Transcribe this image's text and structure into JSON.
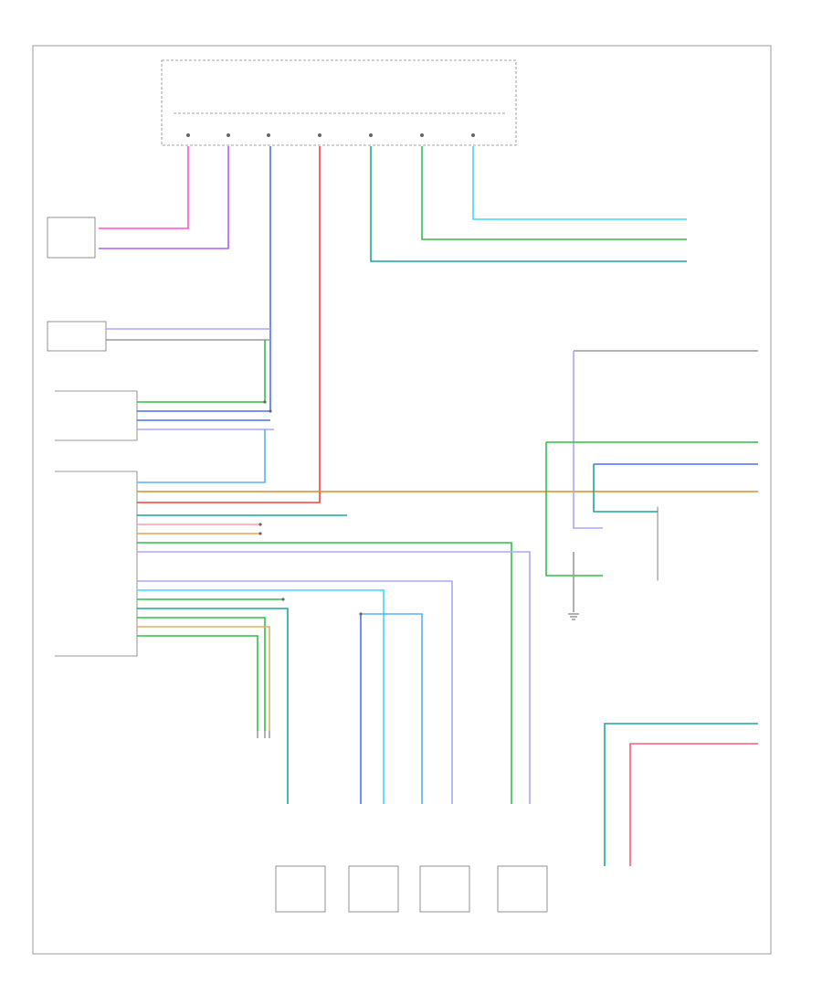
{
  "diagram": {
    "frame_label": "",
    "hvac_module": {
      "label": "",
      "pins": [
        "",
        "",
        "",
        "",
        "",
        "",
        ""
      ]
    },
    "connectors": [
      {
        "id": "left-upper-connector",
        "labels": [
          "",
          ""
        ]
      },
      {
        "id": "left-mid-connector",
        "labels": [
          "",
          ""
        ]
      },
      {
        "id": "left-switch-connector",
        "labels": [
          "",
          "",
          "",
          ""
        ]
      },
      {
        "id": "left-main-connector",
        "labels": [
          "",
          "",
          "",
          "",
          "",
          "",
          "",
          "",
          "",
          "",
          "",
          "",
          "",
          "",
          "",
          "",
          "",
          "",
          ""
        ]
      },
      {
        "id": "right-upper-connector",
        "labels": [
          "",
          "",
          ""
        ]
      },
      {
        "id": "right-lower-connector",
        "labels": [
          "",
          "",
          "",
          "",
          ""
        ]
      },
      {
        "id": "right-sensor",
        "labels": [
          "",
          ""
        ]
      }
    ],
    "actuators": [
      {
        "label": ""
      },
      {
        "label": ""
      },
      {
        "label": ""
      },
      {
        "label": ""
      },
      {
        "label": ""
      }
    ],
    "colors": {
      "pink": "#ff4fd8",
      "violet": "#b05cff",
      "blue": "#4f6cff",
      "red": "#ff3b3b",
      "teal": "#1aa6a0",
      "cyan": "#3fd7ff",
      "green": "#2fbf4a",
      "orange": "#e08a2c",
      "sky": "#54b0ff",
      "lavender": "#a7a7ff",
      "grey": "#777777"
    }
  }
}
